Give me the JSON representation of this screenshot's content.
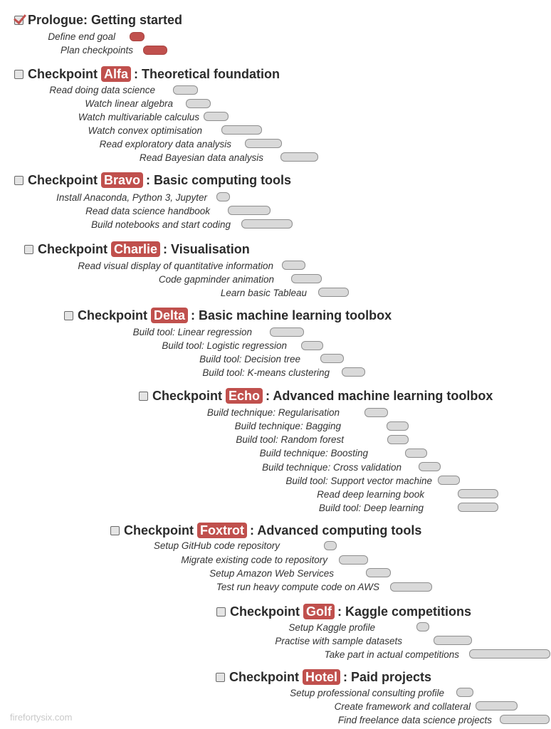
{
  "prologue": {
    "checked": true,
    "title": "Prologue: Getting started",
    "tasks": [
      {
        "label": "Define end goal",
        "status": "done"
      },
      {
        "label": "Plan checkpoints",
        "status": "done"
      }
    ]
  },
  "checkpoints": [
    {
      "prefix": "Checkpoint",
      "code": "Alfa",
      "title": ": Theoretical foundation",
      "tasks": [
        {
          "label": "Read doing data science",
          "status": "pending"
        },
        {
          "label": "Watch linear algebra",
          "status": "pending"
        },
        {
          "label": "Watch multivariable calculus",
          "status": "pending"
        },
        {
          "label": "Watch convex optimisation",
          "status": "pending"
        },
        {
          "label": "Read exploratory data analysis",
          "status": "pending"
        },
        {
          "label": "Read Bayesian data analysis",
          "status": "pending"
        }
      ]
    },
    {
      "prefix": "Checkpoint",
      "code": "Bravo",
      "title": ": Basic computing tools",
      "tasks": [
        {
          "label": "Install Anaconda, Python 3, Jupyter",
          "status": "pending"
        },
        {
          "label": "Read data science handbook",
          "status": "pending"
        },
        {
          "label": "Build notebooks and start coding",
          "status": "pending"
        }
      ]
    },
    {
      "prefix": "Checkpoint",
      "code": "Charlie",
      "title": ": Visualisation",
      "tasks": [
        {
          "label": "Read visual display of quantitative information",
          "status": "pending"
        },
        {
          "label": "Code gapminder animation",
          "status": "pending"
        },
        {
          "label": "Learn basic Tableau",
          "status": "pending"
        }
      ]
    },
    {
      "prefix": "Checkpoint",
      "code": "Delta",
      "title": ": Basic machine learning toolbox",
      "tasks": [
        {
          "label": "Build tool: Linear regression",
          "status": "pending"
        },
        {
          "label": "Build tool: Logistic regression",
          "status": "pending"
        },
        {
          "label": "Build tool: Decision tree",
          "status": "pending"
        },
        {
          "label": "Build tool: K-means clustering",
          "status": "pending"
        }
      ]
    },
    {
      "prefix": "Checkpoint",
      "code": "Echo",
      "title": ": Advanced machine learning toolbox",
      "tasks": [
        {
          "label": "Build technique: Regularisation",
          "status": "pending"
        },
        {
          "label": "Build technique: Bagging",
          "status": "pending"
        },
        {
          "label": "Build tool: Random forest",
          "status": "pending"
        },
        {
          "label": "Build technique: Boosting",
          "status": "pending"
        },
        {
          "label": "Build technique: Cross validation",
          "status": "pending"
        },
        {
          "label": "Build tool: Support vector machine",
          "status": "pending"
        },
        {
          "label": "Read deep learning book",
          "status": "pending"
        },
        {
          "label": "Build tool: Deep learning",
          "status": "pending"
        }
      ]
    },
    {
      "prefix": "Checkpoint",
      "code": "Foxtrot",
      "title": ": Advanced computing tools",
      "tasks": [
        {
          "label": "Setup GitHub code repository",
          "status": "pending"
        },
        {
          "label": "Migrate existing code to repository",
          "status": "pending"
        },
        {
          "label": "Setup Amazon Web Services",
          "status": "pending"
        },
        {
          "label": "Test run heavy compute code on AWS",
          "status": "pending"
        }
      ]
    },
    {
      "prefix": "Checkpoint",
      "code": "Golf",
      "title": ": Kaggle competitions",
      "tasks": [
        {
          "label": "Setup Kaggle profile",
          "status": "pending"
        },
        {
          "label": "Practise with sample datasets",
          "status": "pending"
        },
        {
          "label": "Take part in actual competitions",
          "status": "pending"
        }
      ]
    },
    {
      "prefix": "Checkpoint",
      "code": "Hotel",
      "title": ": Paid projects",
      "tasks": [
        {
          "label": "Setup professional consulting profile",
          "status": "pending"
        },
        {
          "label": "Create framework and collateral",
          "status": "pending"
        },
        {
          "label": "Find freelance data science projects",
          "status": "pending"
        }
      ]
    }
  ],
  "watermark": "firefortysix.com",
  "colors": {
    "accent": "#c0504d",
    "pending_fill": "#d9d9d9",
    "pending_border": "#8e8e8e",
    "text": "#333333"
  }
}
